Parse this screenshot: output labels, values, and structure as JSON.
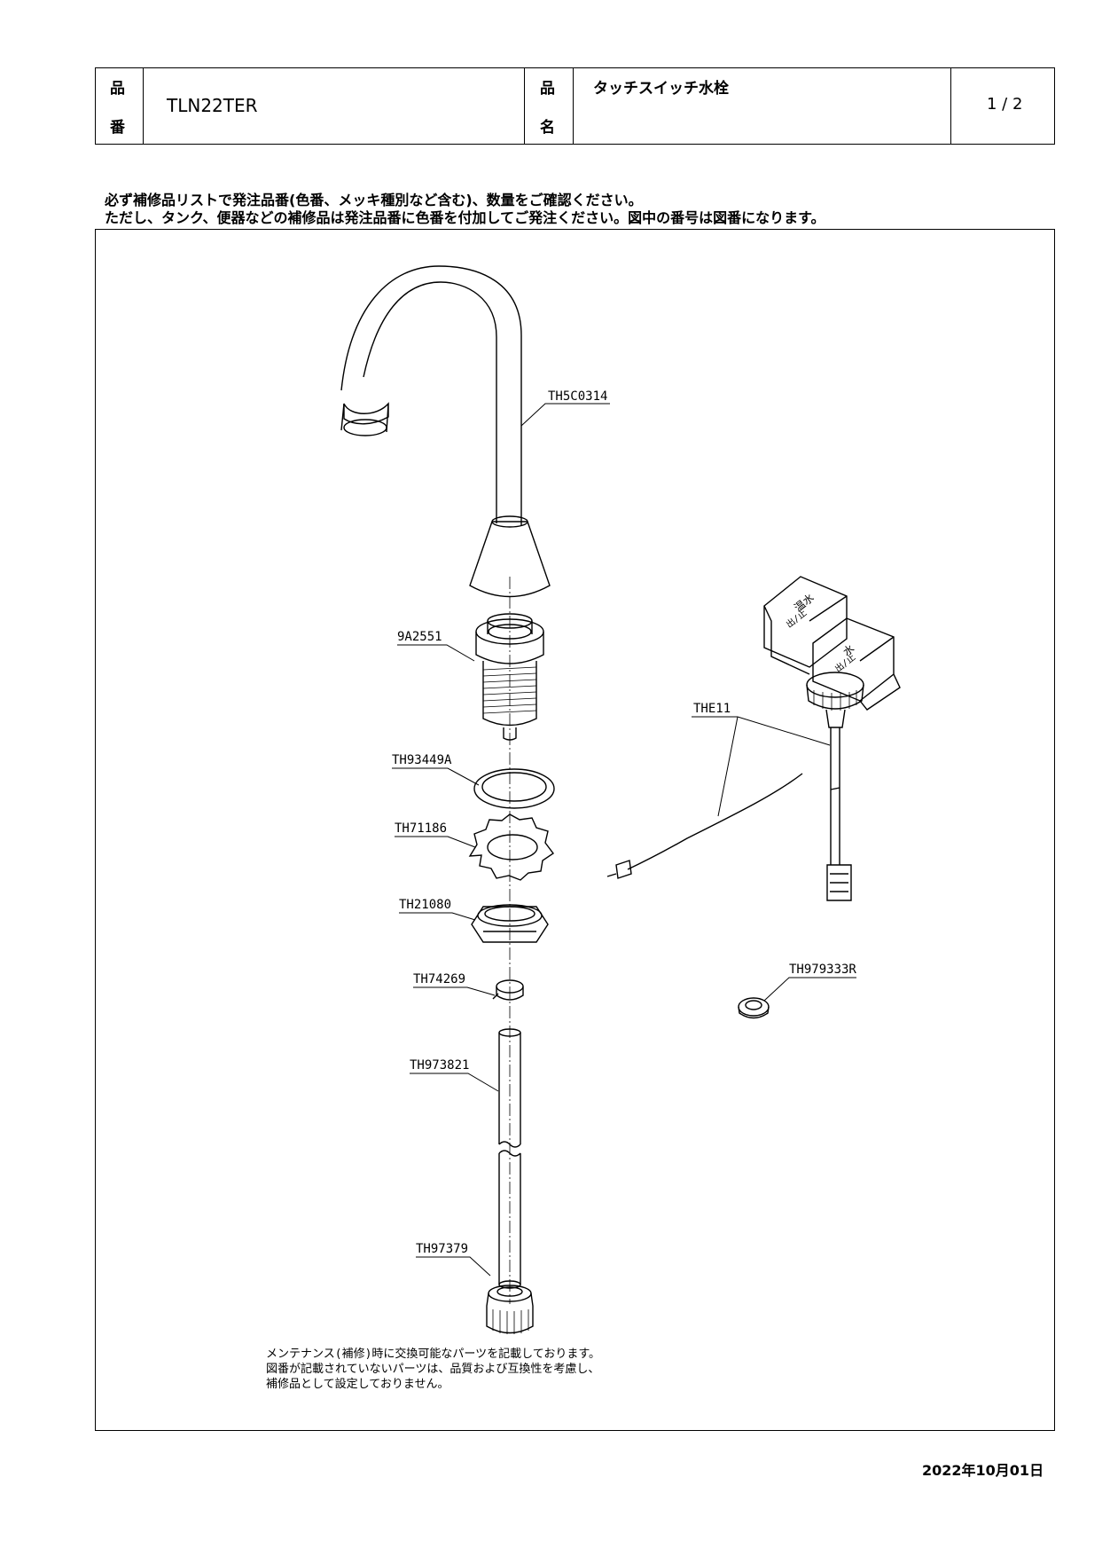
{
  "header": {
    "part_no_label_top": "品",
    "part_no_label_bottom": "番",
    "part_no": "TLN22TER",
    "name_label_top": "品",
    "name_label_bottom": "名",
    "product_name": "タッチスイッチ水栓",
    "page": "1 / 2"
  },
  "notes": {
    "line1": "必ず補修品リストで発注品番(色番、メッキ種別など含む)、数量をご確認ください。",
    "line2": "ただし、タンク、便器などの補修品は発注品番に色番を付加してご発注ください。図中の番号は図番になります。"
  },
  "parts": [
    {
      "id": "spout",
      "label": "TH5C0314"
    },
    {
      "id": "shank",
      "label": "9A2551"
    },
    {
      "id": "gasket",
      "label": "TH93449A"
    },
    {
      "id": "lock-washer",
      "label": "TH71186"
    },
    {
      "id": "nut",
      "label": "TH21080"
    },
    {
      "id": "clip",
      "label": "TH74269"
    },
    {
      "id": "tube",
      "label": "TH973821"
    },
    {
      "id": "cap-nut",
      "label": "TH97379"
    },
    {
      "id": "switch",
      "label": "THE11"
    },
    {
      "id": "cap",
      "label": "TH979333R"
    }
  ],
  "switch_labels": {
    "hot": "温水",
    "cold": "水",
    "on_off": "出/止"
  },
  "maintenance_note": {
    "line1": "メンテナンス(補修)時に交換可能なパーツを記載しております。",
    "line2": "図番が記載されていないパーツは、品質および互換性を考慮し、",
    "line3": "補修品として設定しておりません。"
  },
  "date": "2022年10月01日"
}
